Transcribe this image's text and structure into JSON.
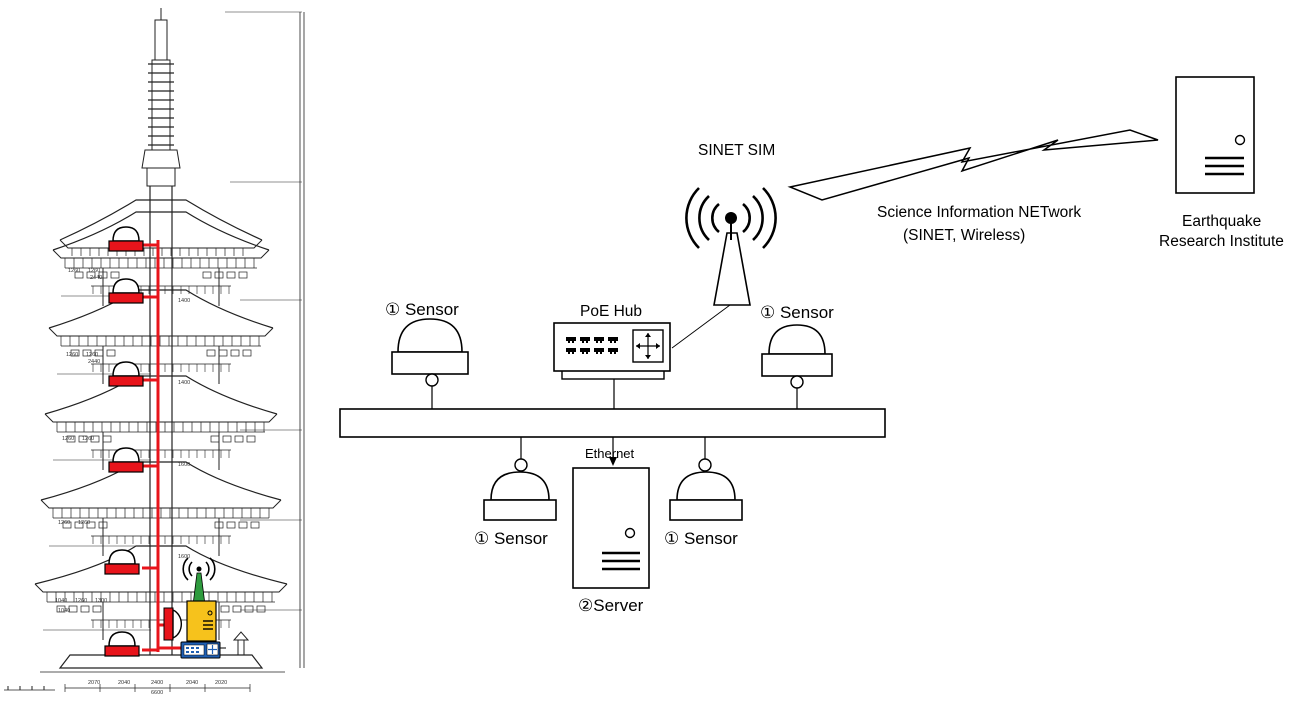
{
  "labels": {
    "sinet_sim": "SINET SIM",
    "network_line1": "Science Information NETwork",
    "network_line2": "(SINET, Wireless)",
    "institute_line1": "Earthquake",
    "institute_line2": "Research Institute",
    "poe_hub": "PoE Hub",
    "sensor": "① Sensor",
    "ethernet": "Ethernet",
    "server": "②Server"
  },
  "colors": {
    "cable": "#e8141b",
    "sensor_fill": "#e8141b",
    "server_yellow": "#f6c21c",
    "antenna_green": "#2e9a3e",
    "hub_blue": "#1f5fb3",
    "line": "#000000"
  },
  "icons": {
    "sensor": "dome-sensor-icon",
    "antenna": "radio-antenna-icon",
    "server": "server-tower-icon",
    "hub": "network-switch-icon",
    "wireless_link": "lightning-link-icon"
  },
  "pagoda": {
    "dimension_labels": [
      "1260",
      "1260",
      "1400",
      "1400",
      "1260",
      "1260",
      "2440",
      "2440",
      "1260",
      "1260",
      "1600",
      "1600",
      "1260",
      "1260",
      "1040",
      "1260",
      "1300",
      "1040",
      "2070",
      "2040",
      "2400",
      "2040",
      "2020",
      "6600"
    ]
  }
}
